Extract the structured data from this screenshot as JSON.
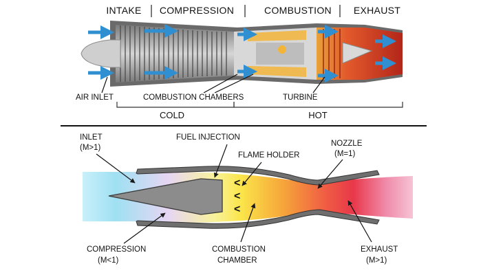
{
  "colors": {
    "casing": "#5f5f5f",
    "spinner": "#c8c8c8",
    "compressor": "#9a9a9a",
    "flame": "#f2b53a",
    "turbine": "#d94a2a",
    "exhaust": "#c8321e",
    "arrow": "#2f8fd0",
    "cold_inlet": "#9fe0f2",
    "nozzle_red": "#e8384a",
    "exhaust_pink": "#f6a8c4"
  },
  "turbojet": {
    "sections": {
      "intake": "INTAKE",
      "compression": "COMPRESSION",
      "combustion": "COMBUSTION",
      "exhaust": "EXHAUST"
    },
    "labels": {
      "air_inlet": "AIR INLET",
      "combustion_chambers": "COMBUSTION CHAMBERS",
      "turbine": "TURBINE"
    },
    "zones": {
      "cold": "COLD",
      "hot": "HOT"
    }
  },
  "ramjet": {
    "labels": {
      "inlet_line1": "INLET",
      "inlet_line2": "(M>1)",
      "fuel_injection": "FUEL INJECTION",
      "flame_holder": "FLAME HOLDER",
      "nozzle_line1": "NOZZLE",
      "nozzle_line2": "(M=1)",
      "compression_line1": "COMPRESSION",
      "compression_line2": "(M<1)",
      "combustion_line1": "COMBUSTION",
      "combustion_line2": "CHAMBER",
      "exhaust_line1": "EXHAUST",
      "exhaust_line2": "(M>1)"
    },
    "flame_holder_marks": [
      "<",
      "<",
      "<"
    ]
  }
}
